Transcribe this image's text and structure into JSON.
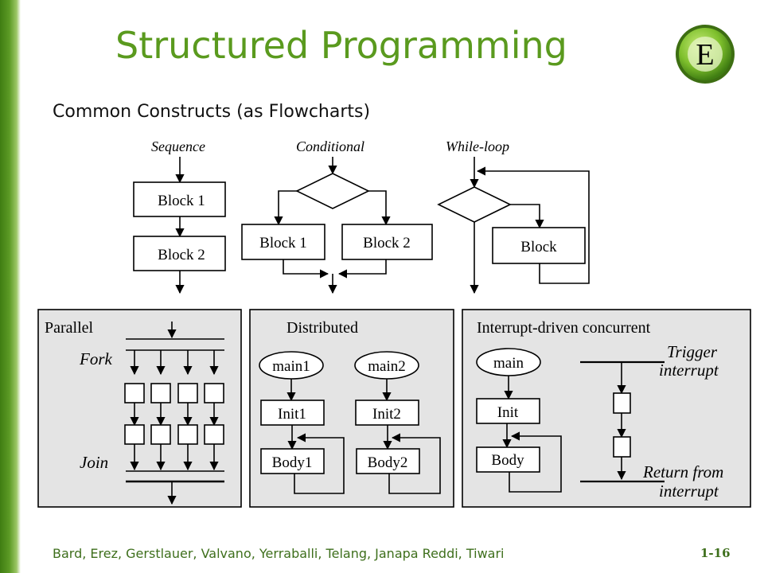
{
  "slide": {
    "title": "Structured Programming",
    "subtitle": "Common Constructs (as Flowcharts)",
    "footer": "Bard, Erez, Gerstlauer, Valvano, Yerraballi, Telang, Janapa Reddi, Tiwari",
    "page_number": "1-16",
    "logo_letter": "E"
  },
  "diagram": {
    "sequence": {
      "label": "Sequence",
      "block1": "Block 1",
      "block2": "Block 2"
    },
    "conditional": {
      "label": "Conditional",
      "block1": "Block 1",
      "block2": "Block 2"
    },
    "while_loop": {
      "label": "While-loop",
      "block": "Block"
    },
    "parallel": {
      "label": "Parallel",
      "fork": "Fork",
      "join": "Join"
    },
    "distributed": {
      "label": "Distributed",
      "main1": "main1",
      "main2": "main2",
      "init1": "Init1",
      "init2": "Init2",
      "body1": "Body1",
      "body2": "Body2"
    },
    "interrupt": {
      "label": "Interrupt-driven concurrent",
      "main": "main",
      "init": "Init",
      "body": "Body",
      "trigger_line1": "Trigger",
      "trigger_line2": "interrupt",
      "return_line1": "Return from",
      "return_line2": "interrupt"
    }
  },
  "colors": {
    "title": "#5a9a1e",
    "footer": "#3e6f1c",
    "panel": "#e4e4e4"
  }
}
